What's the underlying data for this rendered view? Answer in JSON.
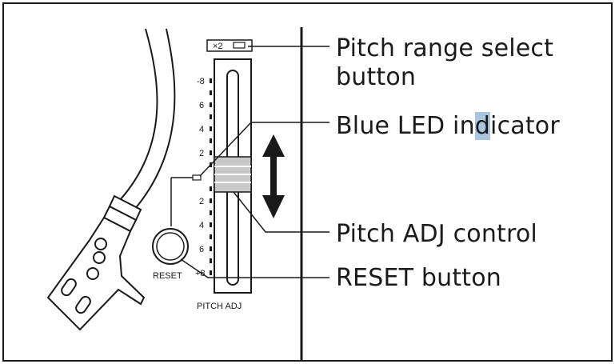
{
  "callouts": {
    "pitch_range_select": {
      "line1": "Pitch range select",
      "line2": "button"
    },
    "blue_led": {
      "before": "Blue LED in",
      "highlight": "d",
      "after": "icator"
    },
    "pitch_adj_control": "Pitch ADJ control",
    "reset_button": "RESET button"
  },
  "device": {
    "range_button_label": "×2",
    "scale_ticks": [
      "-8",
      "6",
      "4",
      "2",
      "2",
      "4",
      "6",
      "+8"
    ],
    "reset_label": "RESET",
    "slider_label": "PITCH ADJ"
  },
  "colors": {
    "highlight": "#a9c4de",
    "ink": "#1a1a1a",
    "fader": "#c8c8c8"
  }
}
